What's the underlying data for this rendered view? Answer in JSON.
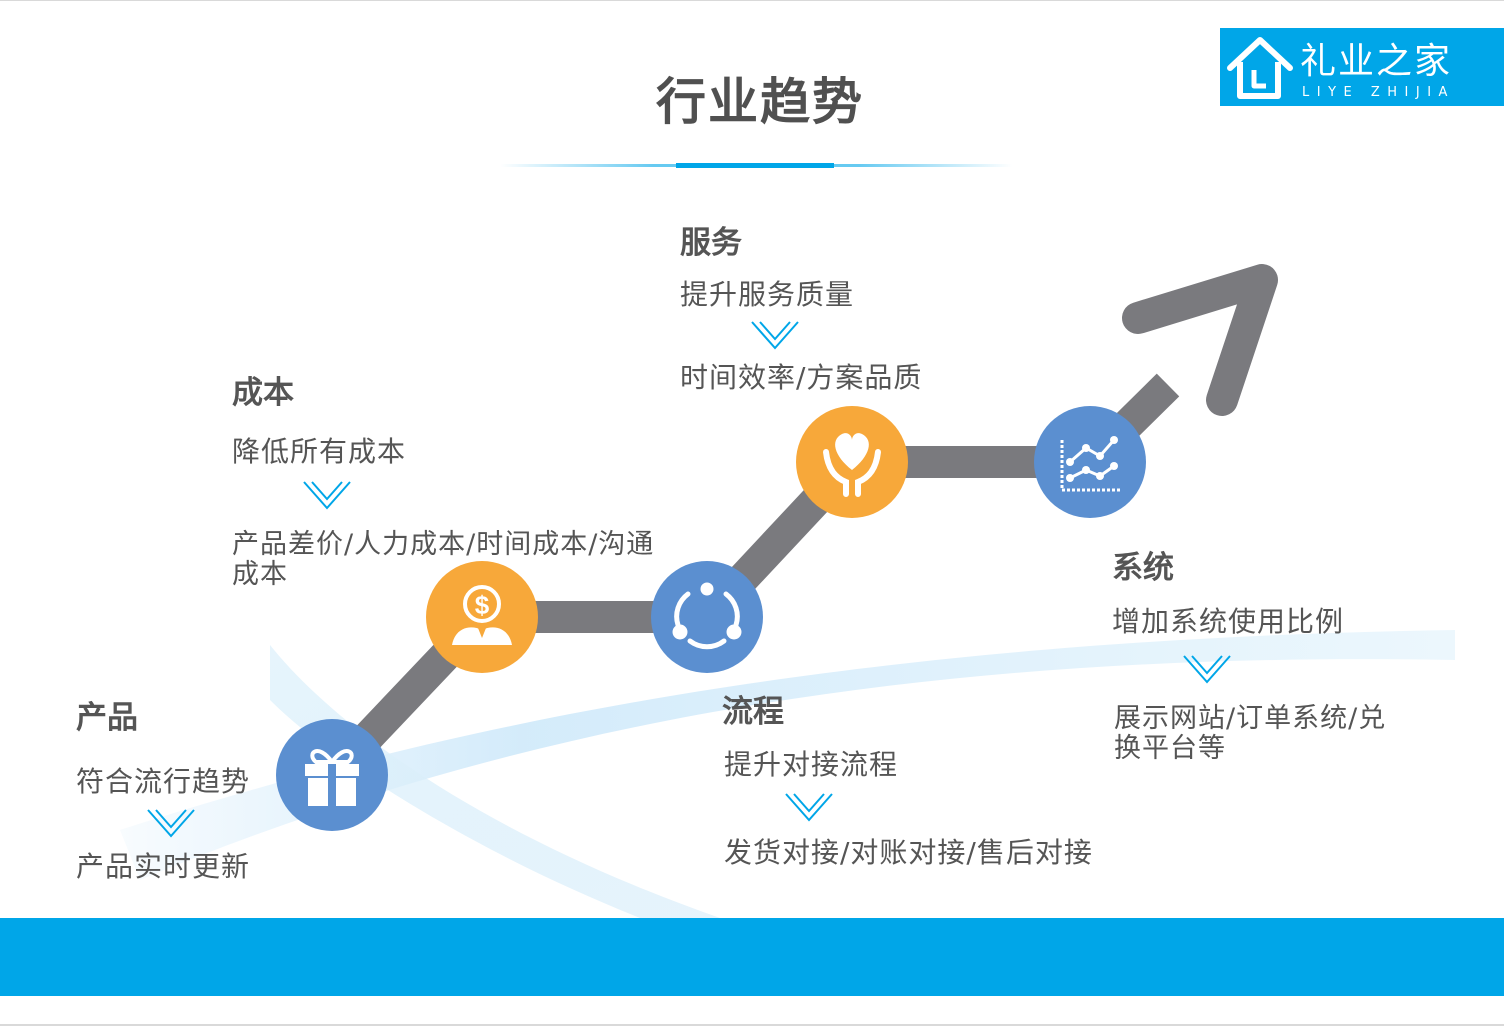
{
  "page": {
    "title": "行业趋势"
  },
  "logo": {
    "name": "礼业之家",
    "pinyin": "LIYE ZHIJIA"
  },
  "colors": {
    "accent_blue": "#00a6e8",
    "step_blue": "#5b8fd0",
    "step_orange": "#f7a83a",
    "path_gray": "#7a7a7e",
    "text_gray": "#555555"
  },
  "steps": [
    {
      "heading": "产品",
      "point": "符合流行趋势",
      "detail": "产品实时更新",
      "icon": "gift-icon",
      "color": "#5b8fd0"
    },
    {
      "heading": "成本",
      "point": "降低所有成本",
      "detail": "产品差价/人力成本/时间成本/沟通成本",
      "icon": "dollar-hand-icon",
      "color": "#f7a83a"
    },
    {
      "heading": "流程",
      "point": "提升对接流程",
      "detail": "发货对接/对账对接/售后对接",
      "icon": "flow-cycle-icon",
      "color": "#5b8fd0"
    },
    {
      "heading": "服务",
      "point": "提升服务质量",
      "detail": "时间效率/方案品质",
      "icon": "heart-hands-icon",
      "color": "#f7a83a"
    },
    {
      "heading": "系统",
      "point": "增加系统使用比例",
      "detail": "展示网站/订单系统/兑换平台等",
      "icon": "chart-icon",
      "color": "#5b8fd0"
    }
  ]
}
